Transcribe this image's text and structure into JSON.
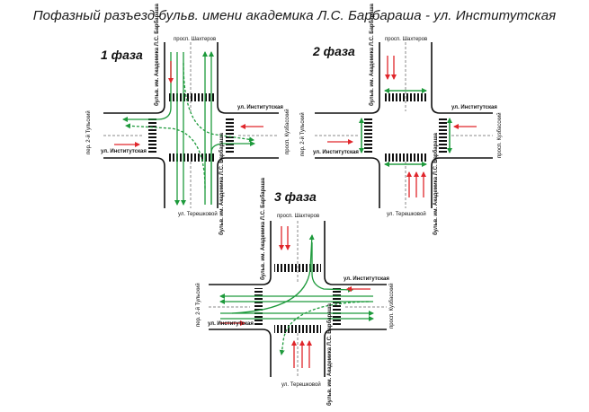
{
  "title": "Пофазный разъезд бульв. имени академика Л.С. Барбараша - ул. Институтская",
  "streets": {
    "shakhterov": "просп. Шахтеров",
    "barbarash": "бульв. им. Академика Л.С. Барбараша",
    "institutskaya": "ул. Институтская",
    "tulsky": "пер. 2-й Тульский",
    "kuzbassky": "просп. Кузбасский",
    "tereshkovoy": "ул. Терешковой"
  },
  "phases": [
    {
      "label": "1 фаза"
    },
    {
      "label": "2 фаза"
    },
    {
      "label": "3 фаза"
    }
  ],
  "colors": {
    "road_edge": "#111111",
    "green_arrow": "#1e9a3c",
    "red_arrow": "#e0262b",
    "median": "#888888",
    "crosswalk": "#111111"
  }
}
